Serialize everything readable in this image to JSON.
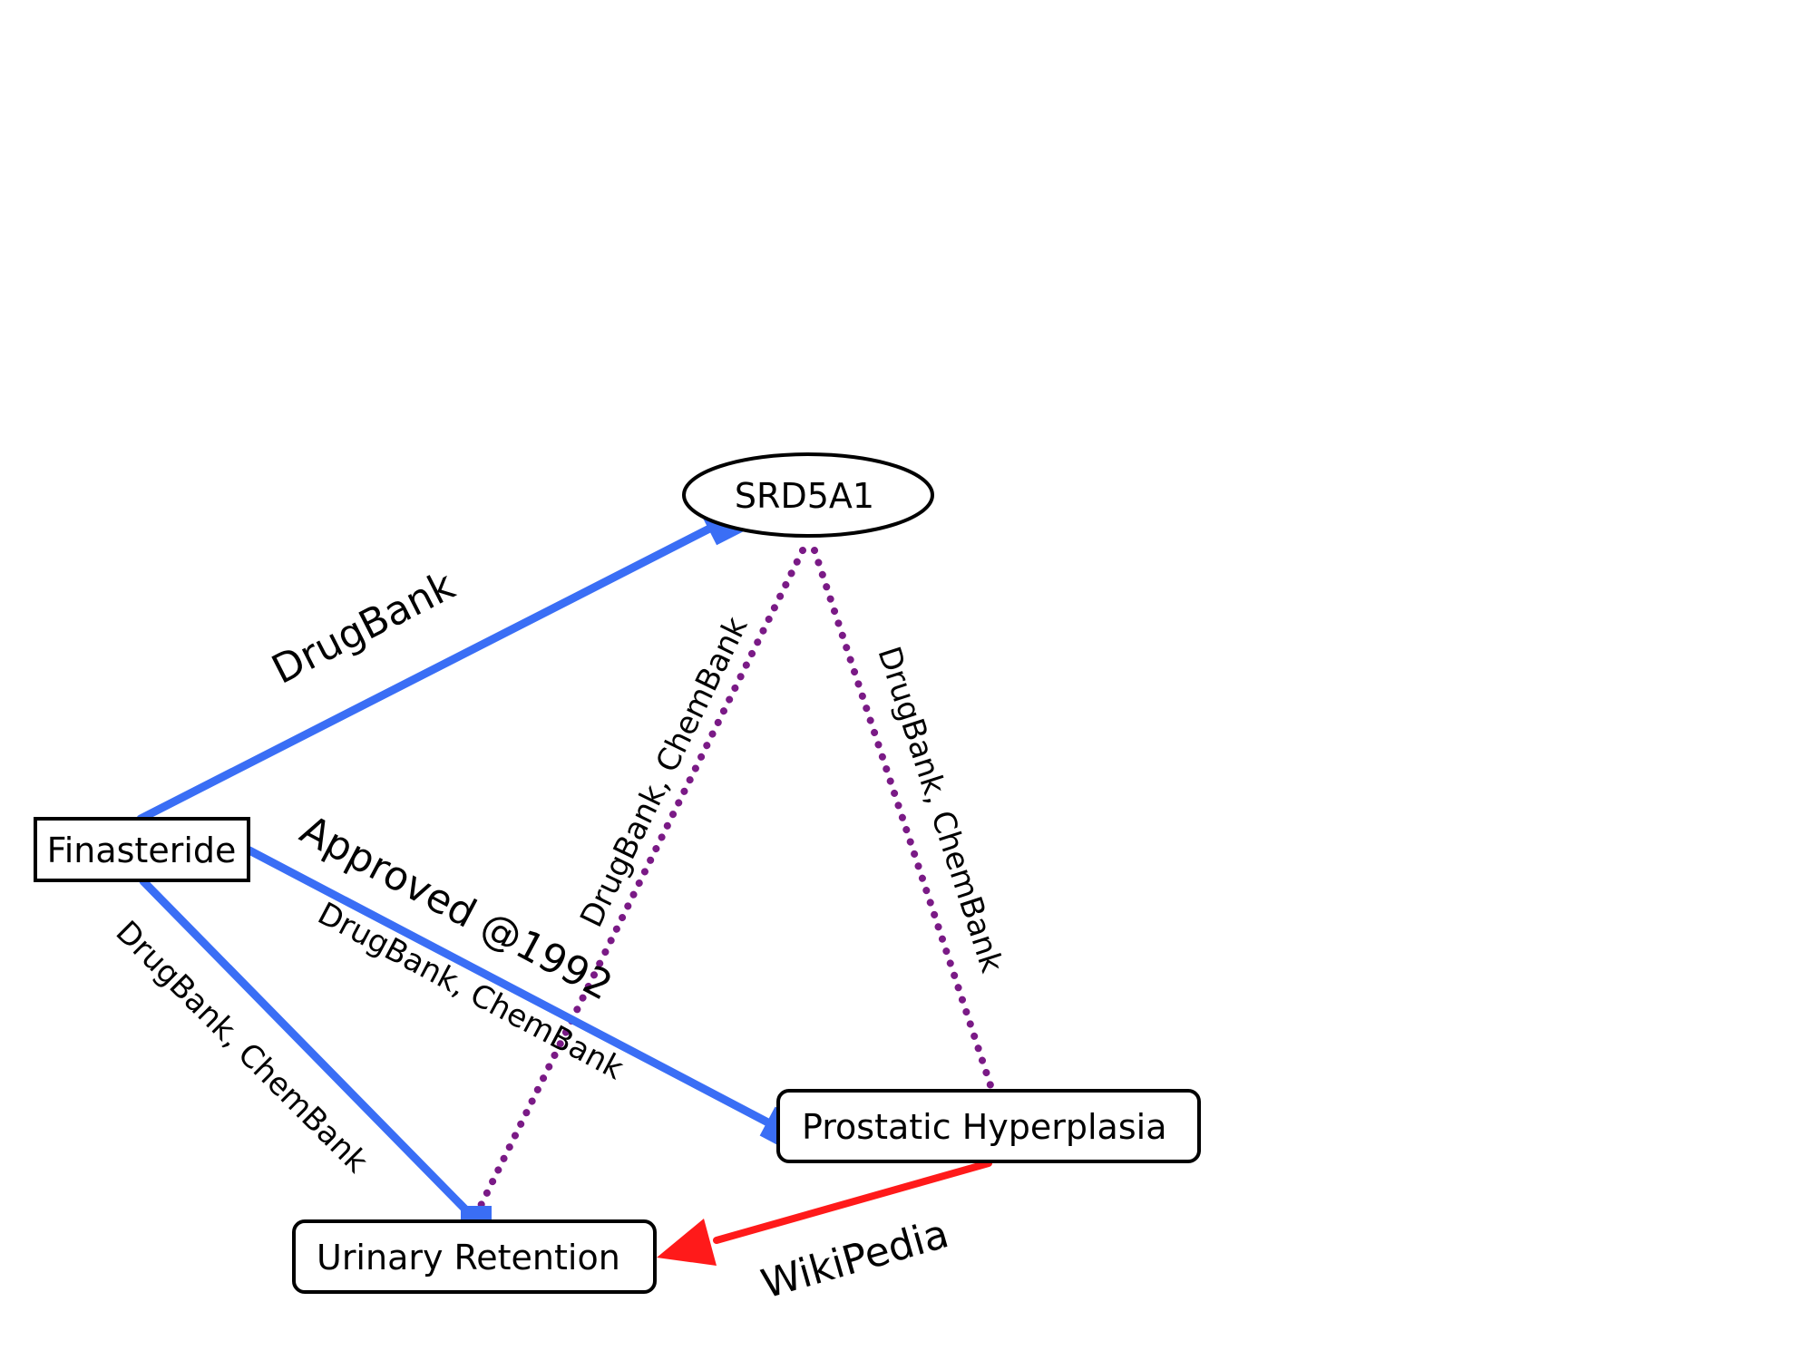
{
  "nodes": {
    "srd5a1": {
      "label": "SRD5A1"
    },
    "finasteride": {
      "label": "Finasteride"
    },
    "prostatic_hyperplasia": {
      "label": "Prostatic Hyperplasia"
    },
    "urinary_retention": {
      "label": "Urinary Retention"
    }
  },
  "edges": {
    "finasteride_srd5a1": {
      "label": "DrugBank"
    },
    "srd5a1_urinary_retention": {
      "label": "DrugBank, ChemBank"
    },
    "srd5a1_prostatic_hyperplasia": {
      "label": "DrugBank, ChemBank"
    },
    "finasteride_prostatic_hyperplasia": {
      "label": "Approved @1992",
      "sublabel": "DrugBank, ChemBank"
    },
    "finasteride_urinary_retention": {
      "label": "DrugBank, ChemBank"
    },
    "prostatic_hyperplasia_urinary_retention": {
      "label": "WikiPedia"
    }
  },
  "colors": {
    "blue": "#3a6ef5",
    "purple": "#7a1a86",
    "red": "#ff1a1a",
    "node_border": "#000000"
  }
}
